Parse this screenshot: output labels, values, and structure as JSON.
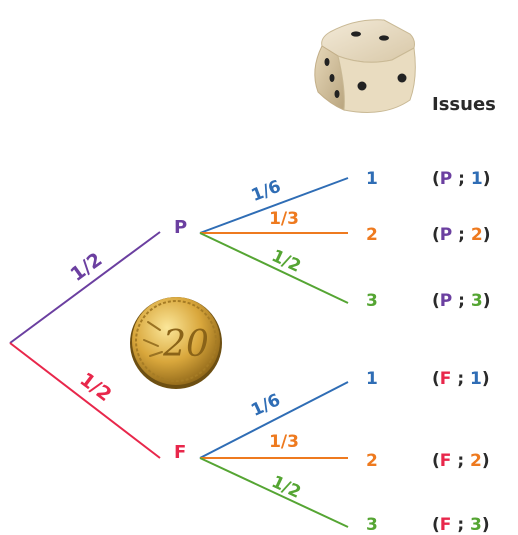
{
  "header": {
    "issues_label": "Issues"
  },
  "colors": {
    "purple": "#6b3fa0",
    "red": "#e8274b",
    "blue": "#2f6db5",
    "orange": "#ee7a1f",
    "green": "#55a533",
    "text_dark": "#2a2a2a"
  },
  "first_level": {
    "top": {
      "prob": "1/2",
      "node": "P"
    },
    "bottom": {
      "prob": "1/2",
      "node": "F"
    }
  },
  "second_level_probs": [
    "1/6",
    "1/3",
    "1/2"
  ],
  "second_level_values": [
    "1",
    "2",
    "3"
  ],
  "outcomes": [
    {
      "l": "(",
      "a": "P",
      "sep": " ; ",
      "b": "1",
      "r": ")"
    },
    {
      "l": "(",
      "a": "P",
      "sep": " ; ",
      "b": "2",
      "r": ")"
    },
    {
      "l": "(",
      "a": "P",
      "sep": " ; ",
      "b": "3",
      "r": ")"
    },
    {
      "l": "(",
      "a": "F",
      "sep": " ; ",
      "b": "1",
      "r": ")"
    },
    {
      "l": "(",
      "a": "F",
      "sep": " ; ",
      "b": "2",
      "r": ")"
    },
    {
      "l": "(",
      "a": "F",
      "sep": " ; ",
      "b": "3",
      "r": ")"
    }
  ],
  "coin": {
    "value_text": "20"
  },
  "icons": {
    "die": "die-icon",
    "coin": "coin-icon"
  }
}
